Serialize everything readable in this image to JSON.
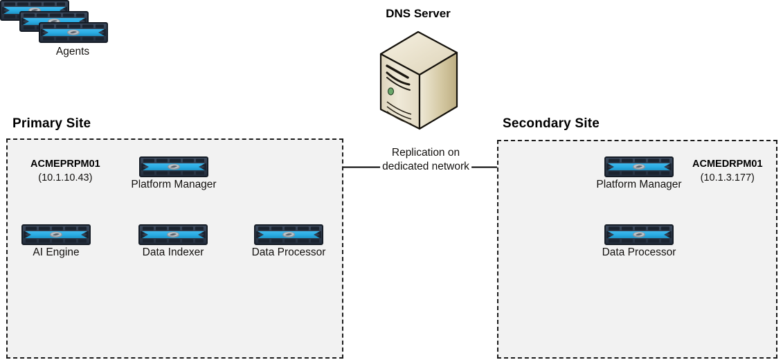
{
  "diagram": {
    "title_dns": "DNS Server",
    "dns_icon": "server-tower-icon",
    "connector_icon": "arrow-right-icon"
  },
  "replication": {
    "line_1": "Replication on",
    "line_2": "dedicated network"
  },
  "primary_site": {
    "title": "Primary Site",
    "host_name": "ACMEPRPM01",
    "host_ip": "(10.1.10.43)",
    "nodes": [
      {
        "label": "Platform Manager",
        "icon": "network-appliance-icon"
      },
      {
        "label": "AI Engine",
        "icon": "network-appliance-icon"
      },
      {
        "label": "Data Indexer",
        "icon": "network-appliance-icon"
      },
      {
        "label": "Data Processor",
        "icon": "network-appliance-icon"
      },
      {
        "label": "Agents",
        "icon": "network-appliance-stack-icon"
      }
    ]
  },
  "secondary_site": {
    "title": "Secondary Site",
    "host_name": "ACMEDRPM01",
    "host_ip": "(10.1.3.177)",
    "nodes": [
      {
        "label": "Platform Manager",
        "icon": "network-appliance-icon"
      },
      {
        "label": "Data Processor",
        "icon": "network-appliance-icon"
      }
    ]
  },
  "colors": {
    "appliance_body": "#2f3b4c",
    "appliance_band": "#29abe2",
    "site_fill": "#f2f2f2",
    "site_border": "#1a1a1a",
    "dns_front": "#e8e0cc",
    "dns_side": "#c9bd96",
    "dns_led": "#6aa86a"
  }
}
